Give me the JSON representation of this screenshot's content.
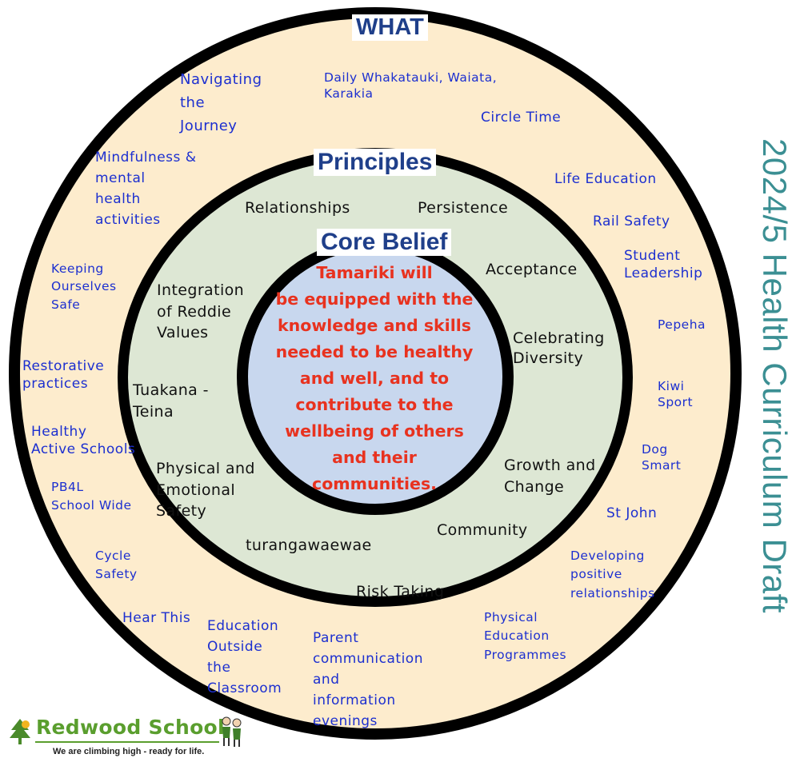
{
  "side_title": "2024/5 Health Curriculum Draft",
  "rings": {
    "outer": {
      "label": "WHAT",
      "fill": "#fdeccd"
    },
    "middle": {
      "label": "Principles",
      "fill": "#dde7d4"
    },
    "inner": {
      "label": "Core Belief",
      "fill": "#c8d7ee"
    }
  },
  "core_belief_lines": [
    "Tamariki will",
    "be equipped with the",
    "knowledge and skills",
    "needed to be healthy",
    "and well, and to",
    "contribute to the",
    "wellbeing of others",
    "and their",
    "communities."
  ],
  "what_items": {
    "navigating": [
      "Navigating",
      "the",
      "Journey"
    ],
    "daily": [
      "Daily Whakatauki, Waiata,",
      "Karakia"
    ],
    "circle_time": [
      "Circle Time"
    ],
    "mindfulness": [
      "Mindfulness &",
      "mental",
      "health",
      "activities"
    ],
    "life_education": [
      "Life Education"
    ],
    "rail_safety": [
      "Rail Safety"
    ],
    "keeping_safe": [
      "Keeping",
      "Ourselves",
      "Safe"
    ],
    "student_leadership": [
      "Student",
      "Leadership"
    ],
    "pepeha": [
      "Pepeha"
    ],
    "restorative": [
      "Restorative",
      "practices"
    ],
    "kiwi_sport": [
      "Kiwi",
      "Sport"
    ],
    "healthy_schools": [
      "Healthy",
      "Active Schools"
    ],
    "dog_smart": [
      "Dog",
      "Smart"
    ],
    "pb4l": [
      "PB4L",
      "School Wide"
    ],
    "st_john": [
      "St John"
    ],
    "cycle_safety": [
      "Cycle",
      "Safety"
    ],
    "developing": [
      "Developing",
      "positive",
      "relationships"
    ],
    "hear_this": [
      "Hear This"
    ],
    "eotc": [
      "Education",
      "Outside",
      "the",
      "Classroom"
    ],
    "physical_ed": [
      "Physical",
      "Education",
      "Programmes"
    ],
    "parent_comm": [
      "Parent",
      "communication",
      "and",
      "information",
      "evenings"
    ]
  },
  "principle_items": {
    "relationships": [
      "Relationships"
    ],
    "persistence": [
      "Persistence"
    ],
    "acceptance": [
      "Acceptance"
    ],
    "integration": [
      "Integration",
      "of Reddie",
      "Values"
    ],
    "celebrating": [
      "Celebrating",
      "Diversity"
    ],
    "tuakana": [
      "Tuakana -",
      "Teina"
    ],
    "physical_safety": [
      "Physical and",
      "Emotional",
      "Safety"
    ],
    "growth": [
      "Growth and",
      "Change"
    ],
    "community": [
      "Community"
    ],
    "turangawaewae": [
      "turangawaewae"
    ],
    "risk_taking": [
      "Risk Taking"
    ]
  },
  "logo": {
    "name": "Redwood School",
    "tagline": "We are climbing high - ready for life.",
    "icons": [
      "tree-icon",
      "children-icon"
    ]
  }
}
